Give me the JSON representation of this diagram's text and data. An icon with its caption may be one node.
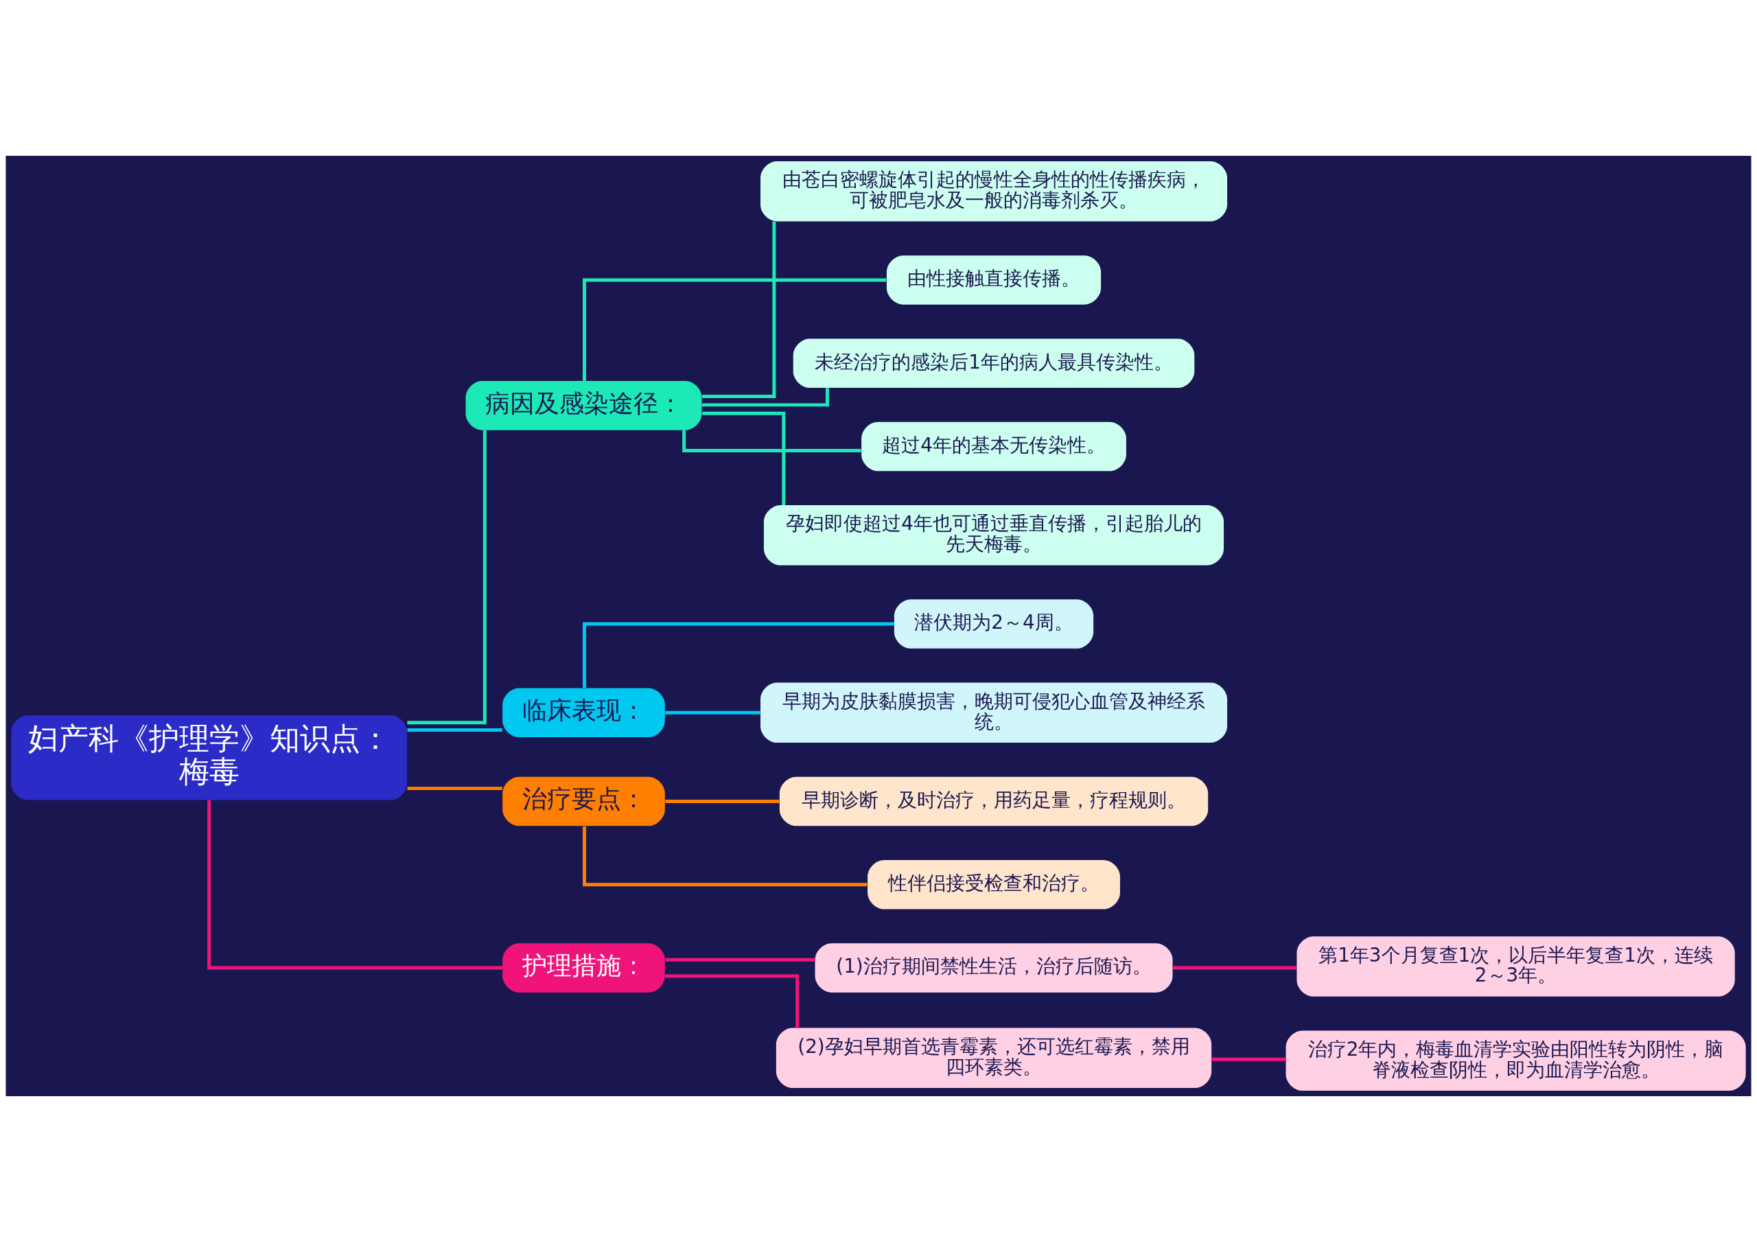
{
  "diagram": {
    "nodes": [
      {
        "text": [
          "妇产科《护理学》知识点：梅毒"
        ]
      },
      {
        "text": [
          "病因及感染途径："
        ]
      },
      {
        "text": [
          "由苍白密螺旋体引起的慢性全身性的性传播疾病，可被肥皂水及一般的消毒剂杀灭。"
        ]
      },
      {
        "text": [
          "由性接触直接传播。"
        ]
      },
      {
        "text": [
          "未经治疗的感染后1年的病人最具传染性。"
        ]
      },
      {
        "text": [
          "超过4年的基本无传染性。"
        ]
      },
      {
        "text": [
          "孕妇即使超过4年也可通过垂直传播，引起胎儿的先天梅毒。"
        ]
      },
      {
        "text": [
          "临床表现："
        ]
      },
      {
        "text": [
          "潜伏期为2～4周。"
        ]
      },
      {
        "text": [
          "早期为皮肤黏膜损害，晚期可侵犯心血管及神经系统。"
        ]
      },
      {
        "text": [
          "治疗要点："
        ]
      },
      {
        "text": [
          "早期诊断，及时治疗，用药足量，疗程规则。"
        ]
      },
      {
        "text": [
          "性伴侣接受检查和治疗。"
        ]
      },
      {
        "text": [
          "护理措施："
        ]
      },
      {
        "text": [
          "(1)治疗期间禁性生活，治疗后随访。"
        ]
      },
      {
        "text": [
          "第1年3个月复查1次，以后半年复查1次，连续2～3年。"
        ]
      },
      {
        "text": [
          "(2)孕妇早期首选青霉素，还可选红霉素，禁用四环素类。"
        ]
      },
      {
        "text": [
          "治疗2年内，梅毒血清学实验由阳性转为阴性，脑脊液检查阴性，即为血清学治愈。"
        ]
      }
    ],
    "edges": [
      {
        "from": 0,
        "to": 1,
        "arrow": "none",
        "color": "#1de9b6"
      },
      {
        "from": 1,
        "to": 2,
        "arrow": "none",
        "color": "#1de9b6"
      },
      {
        "from": 1,
        "to": 3,
        "arrow": "none",
        "color": "#1de9b6"
      },
      {
        "from": 1,
        "to": 4,
        "arrow": "none",
        "color": "#1de9b6"
      },
      {
        "from": 1,
        "to": 5,
        "arrow": "none",
        "color": "#1de9b6"
      },
      {
        "from": 1,
        "to": 6,
        "arrow": "none",
        "color": "#1de9b6"
      },
      {
        "from": 0,
        "to": 7,
        "arrow": "none",
        "color": "#00c8f0"
      },
      {
        "from": 7,
        "to": 8,
        "arrow": "none",
        "color": "#00c8f0"
      },
      {
        "from": 7,
        "to": 9,
        "arrow": "none",
        "color": "#00c8f0"
      },
      {
        "from": 0,
        "to": 10,
        "arrow": "none",
        "color": "#ff7f00"
      },
      {
        "from": 10,
        "to": 11,
        "arrow": "none",
        "color": "#ff7f00"
      },
      {
        "from": 10,
        "to": 12,
        "arrow": "none",
        "color": "#ff7f00"
      },
      {
        "from": 0,
        "to": 13,
        "arrow": "none",
        "color": "#f0147a"
      },
      {
        "from": 13,
        "to": 14,
        "arrow": "none",
        "color": "#f0147a"
      },
      {
        "from": 14,
        "to": 15,
        "arrow": "none",
        "color": "#f0147a"
      },
      {
        "from": 13,
        "to": 16,
        "arrow": "none",
        "color": "#f0147a"
      },
      {
        "from": 16,
        "to": 17,
        "arrow": "none",
        "color": "#f0147a"
      }
    ]
  }
}
